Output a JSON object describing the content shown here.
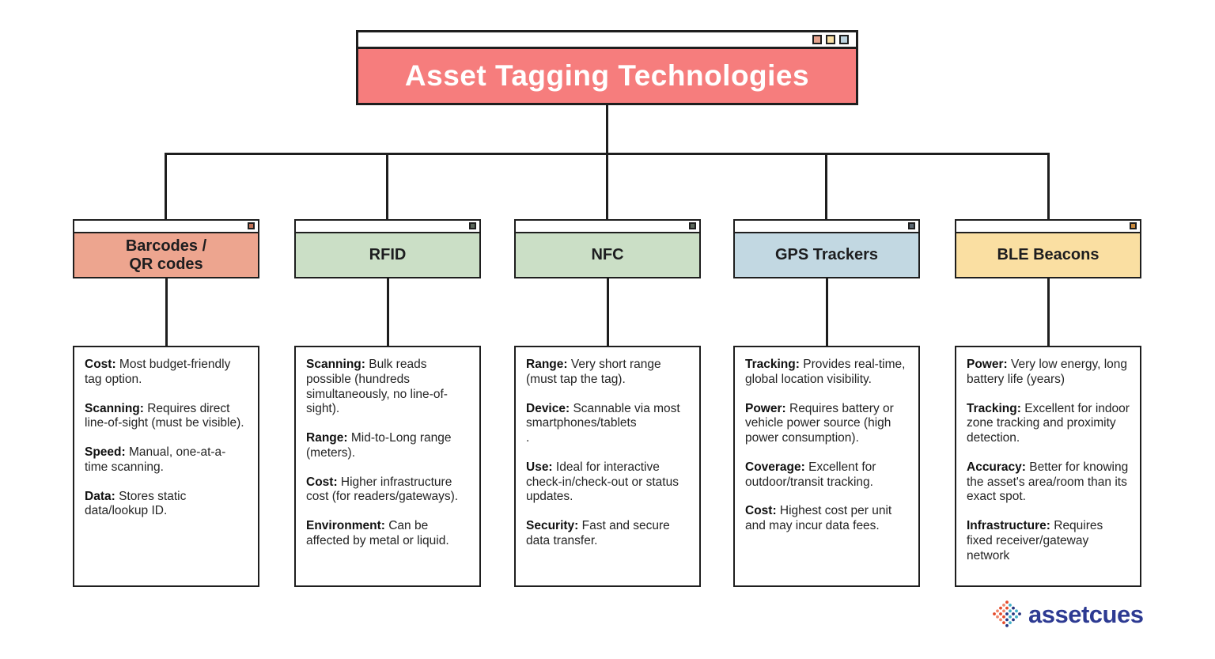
{
  "diagram": {
    "root": {
      "title": "Asset Tagging Technologies",
      "color": "#f67d7d",
      "controls": [
        {
          "name": "window-control-1",
          "color": "#e5a28d"
        },
        {
          "name": "window-control-2",
          "color": "#f8dfa5"
        },
        {
          "name": "window-control-3",
          "color": "#bdd3de"
        }
      ]
    },
    "cards": [
      {
        "title": "Barcodes /\nQR codes",
        "color": "#eda58f",
        "control_color": "#bf7055",
        "details": [
          {
            "label": "Cost:",
            "text": " Most budget-friendly tag option."
          },
          {
            "label": "Scanning:",
            "text": " Requires direct line-of-sight (must be visible)."
          },
          {
            "label": "Speed:",
            "text": " Manual, one-at-a-time scanning."
          },
          {
            "label": "Data:",
            "text": " Stores static data/lookup ID."
          }
        ]
      },
      {
        "title": "RFID",
        "color": "#cbdfc6",
        "control_color": "#5a665a",
        "details": [
          {
            "label": "Scanning:",
            "text": " Bulk reads possible (hundreds simultaneously, no line-of-sight)."
          },
          {
            "label": "Range:",
            "text": " Mid-to-Long range (meters)."
          },
          {
            "label": "Cost:",
            "text": " Higher infrastructure cost (for readers/gateways)."
          },
          {
            "label": "Environment:",
            "text": " Can be affected by metal or liquid."
          }
        ]
      },
      {
        "title": "NFC",
        "color": "#cbdfc6",
        "control_color": "#5a665a",
        "details": [
          {
            "label": "Range:",
            "text": " Very short range (must tap the tag)."
          },
          {
            "label": "Device:",
            "text": " Scannable via most smartphones/tablets\n."
          },
          {
            "label": "Use:",
            "text": " Ideal for interactive check-in/check-out or status updates."
          },
          {
            "label": "Security:",
            "text": " Fast and secure data transfer."
          }
        ]
      },
      {
        "title": "GPS Trackers",
        "color": "#c2d8e2",
        "control_color": "#5a6670",
        "details": [
          {
            "label": "Tracking:",
            "text": " Provides real-time, global location visibility."
          },
          {
            "label": "Power:",
            "text": " Requires battery or vehicle power source (high power consumption)."
          },
          {
            "label": "Coverage:",
            "text": " Excellent for outdoor/transit tracking."
          },
          {
            "label": "Cost:",
            "text": " Highest cost per unit and may incur data fees."
          }
        ]
      },
      {
        "title": "BLE Beacons",
        "color": "#fadfa2",
        "control_color": "#c98a3e",
        "details": [
          {
            "label": "Power:",
            "text": " Very low energy, long battery life (years)"
          },
          {
            "label": "Tracking:",
            "text": " Excellent for indoor zone tracking and proximity detection."
          },
          {
            "label": "Accuracy:",
            "text": " Better for knowing the asset's area/room than its exact spot."
          },
          {
            "label": "Infrastructure:",
            "text": " Requires fixed receiver/gateway network"
          }
        ]
      }
    ]
  },
  "footer": {
    "logo_text": "assetcues",
    "logo_color": "#2d3a92"
  }
}
